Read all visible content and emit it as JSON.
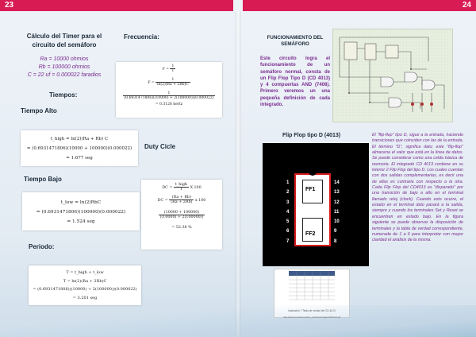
{
  "pages": {
    "left": "23",
    "right": "24"
  },
  "left": {
    "title_line1": "Cálculo del Timer para el",
    "title_line2": "circuito del semáforo",
    "freq_heading": "Frecuencia:",
    "params": [
      "Ra = 10000 ohmios",
      "Rb = 100000 ohmios",
      "C = 22 uf = 0.000022 faradios"
    ],
    "tiempos": "Tiempos:",
    "tiempo_alto": "Tiempo Alto",
    "duty_cycle": "Duty Cicle",
    "tiempo_bajo": "Tiempo Bajo",
    "periodo": "Periodo:",
    "formulas": {
      "freq_f": "F = ",
      "freq_inv_num": "1",
      "freq_inv_den": "T",
      "freq_ln_num": "1",
      "freq_ln_den": "ln(2)(Ra + 2Rb)C",
      "freq_sub_den": "(0.6931471806)((10000) + 2(100000))(0.000022)",
      "freq_result": "= 0.3126 hertz",
      "alto_1": "t_high = ln(2)(Ra + Rb) C",
      "alto_2": "= (0.6931471806)(10000 + 100000)(0.000022)",
      "alto_3": "= 1.677 seg",
      "bajo_1": "t_low = ln(2)RbC",
      "bajo_2": "= (0.6931471806)(100000)(0.000022)",
      "bajo_3": "= 1.524 seg",
      "duty_lhs": "DC =",
      "duty_num1": "t_high",
      "duty_den1": "T",
      "duty_x100": "X 100",
      "duty_num2": "(Ra + Rb)",
      "duty_den2": "(Ra + 2Rb)",
      "duty_x100b": "x 100",
      "duty_num3": "(10000 + 100000)",
      "duty_den3": "((10000) + 2(100000))",
      "duty_result": "= 52.38 %",
      "per_1": "T = t_high + t_low",
      "per_2": "T = ln(2)(Ra + 2Rb)C",
      "per_3": "= (0.6931471806)((10000) + 2(100000))(0.000022)",
      "per_4": "= 3.201 seg"
    }
  },
  "right": {
    "func_title_line1": "FUNCIONAMIENTO DEL",
    "func_title_line2": "SEMÁFORO",
    "func_text": "Este circuito logra el funcionamiento de un semáforo normal, consta de un Flip Flop Tipo D (CD 4013) y 4 compuertas AND (7408). Primero veremos un una pequeña definición de cada integrado.",
    "ff_title": "Flip Flop tipo D (4013)",
    "ff_text": "El \"flip-flop\" tipo D, sigue a la entrada, haciendo transiciones que coinciden con las de la entrada. El término \"D\", significa dato; este \"flip-flop\" almacena el valor que está en la línea de datos. Se puede considerar como una celda básica de memoria. El integrado CD 4013 contiene en su interior 2 Flip Flop del tipo D. Los cuales cuentan con dos salidas complementarias, es decir una de ellas es contraria con respecto a la otra. Cada Flip Flop del CD4013 es \"disparado\" por una transición de bajo a alto en el terminal llamado reloj (clock). Cuando esto ocurre, el estado en el terminal dato pasará a la salida, siempre y cuando los terminales Set y Reset se encuentren en estado bajo. En la figura siguiente se puede observar la disposición de terminales y la tabla de verdad correspondiente, numerada de 1 a 6 para interpretar con mayor claridad el análisis de la misma.",
    "chip": {
      "ff1": "FF1",
      "ff2": "FF2",
      "left_pins": [
        "1",
        "2",
        "3",
        "4",
        "5",
        "6",
        "7"
      ],
      "right_pins": [
        "14",
        "13",
        "12",
        "11",
        "10",
        "9",
        "8"
      ]
    },
    "truth_caption": "Ilustración 7 Tabla de verdad del CD-4013",
    "truth_url": "http://www.cocosmic.es/foro_archivos/images/4013-tdv.gif"
  },
  "colors": {
    "accent": "#d81b53",
    "purple": "#7a2b8f",
    "circuit_bg": "#e8efe0"
  }
}
